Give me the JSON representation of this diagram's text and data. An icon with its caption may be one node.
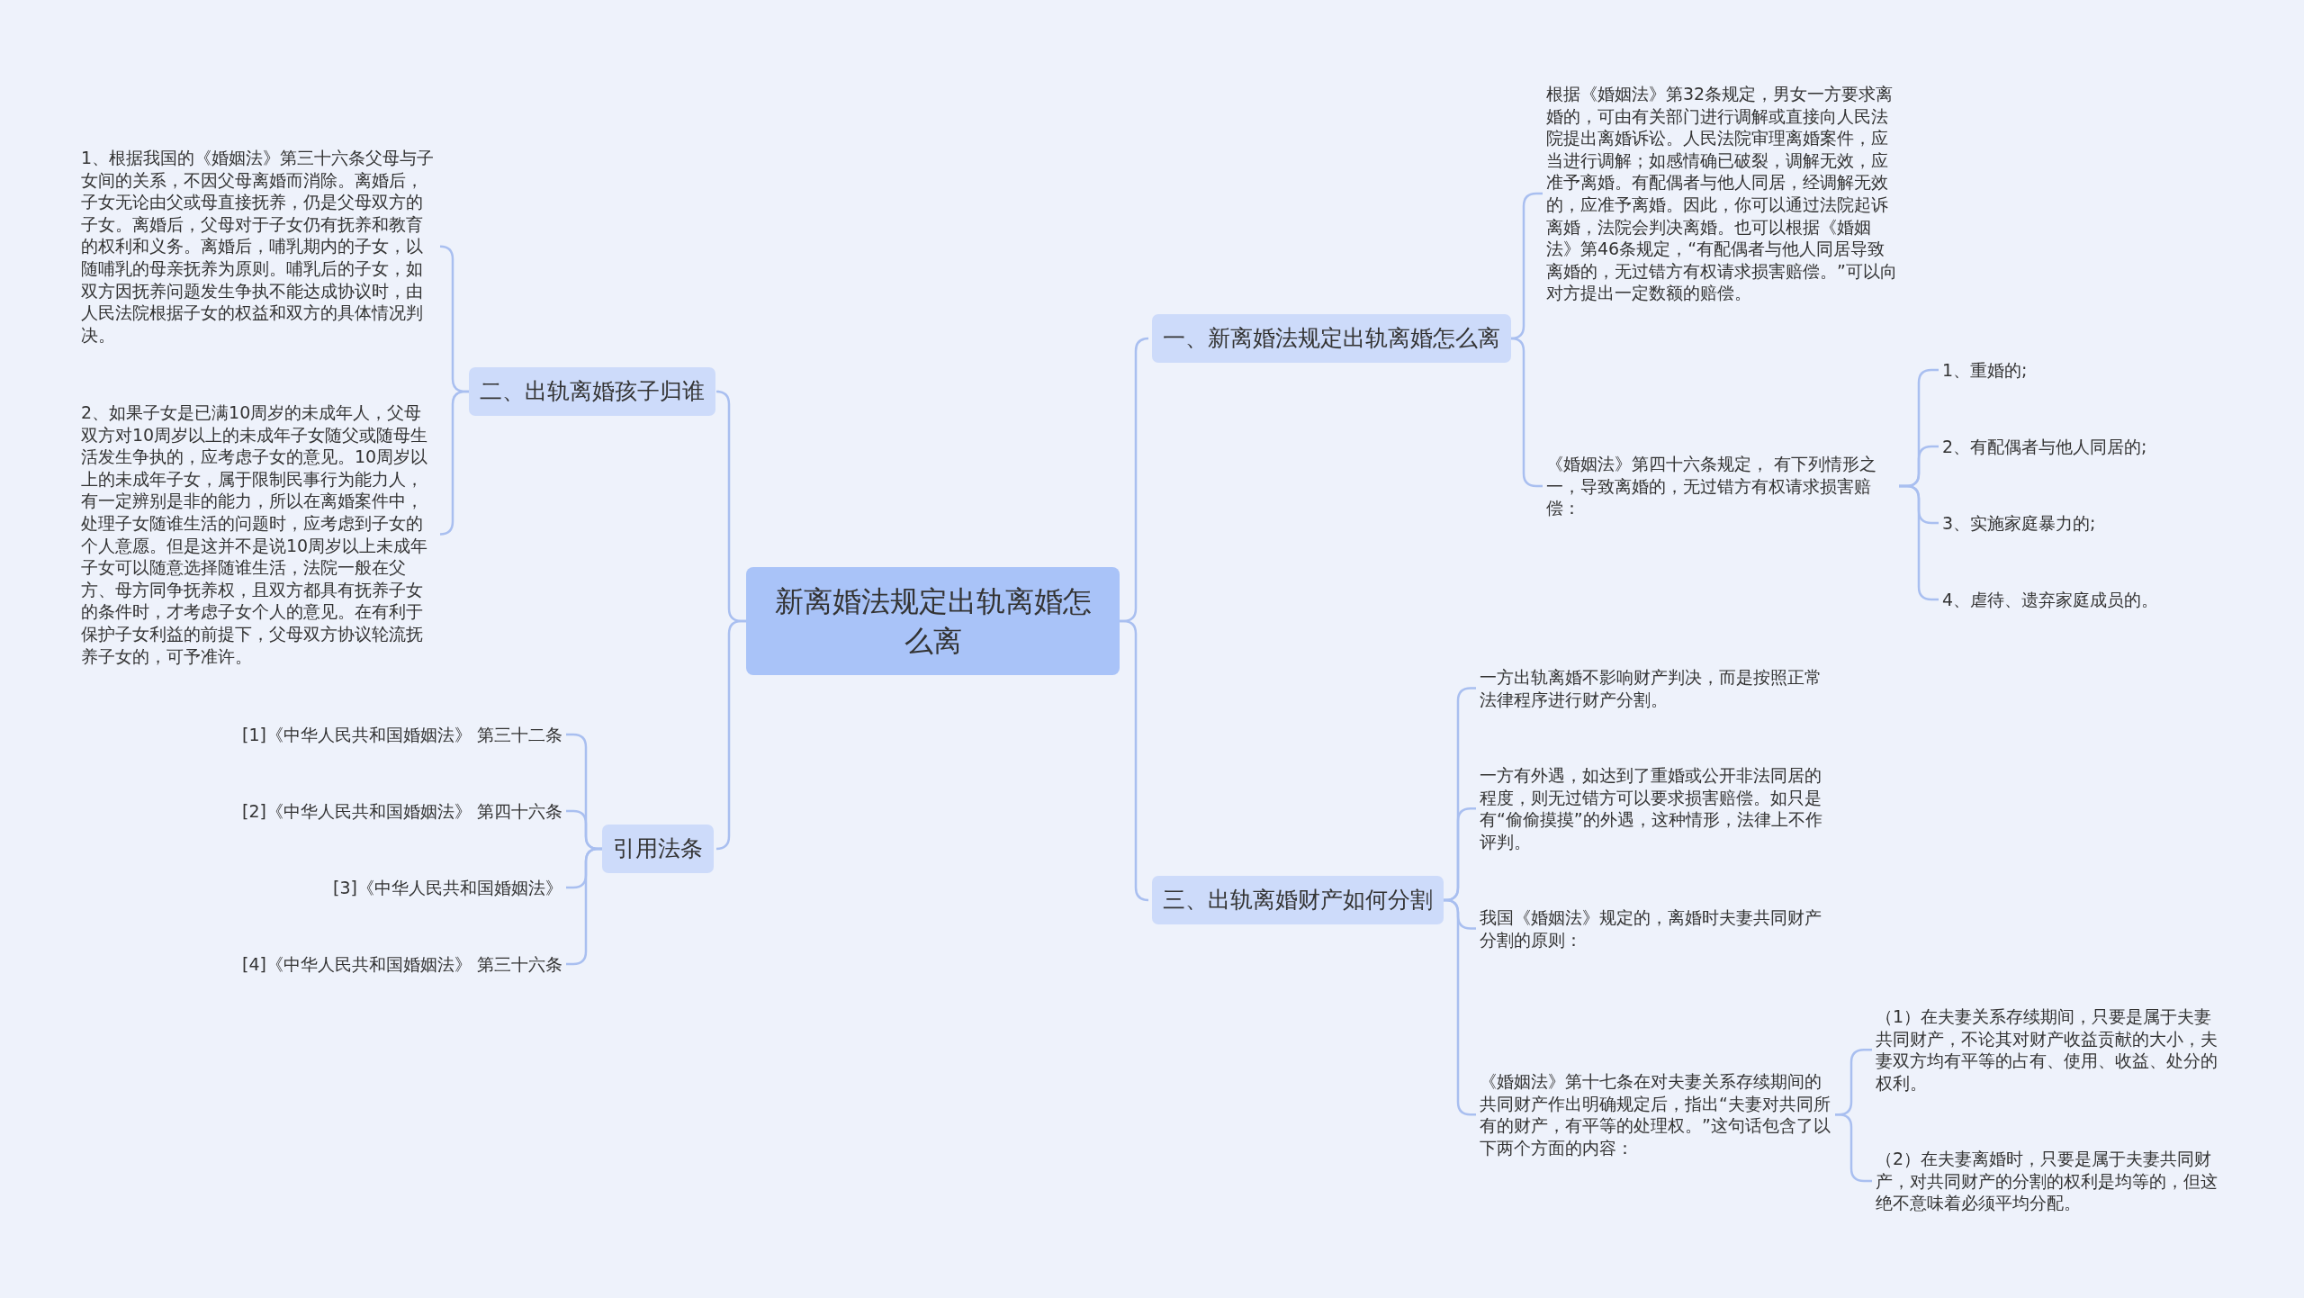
{
  "diagram": {
    "nodes": [
      {
        "text": [
          "新离婚法规定出轨离婚怎么离"
        ]
      },
      {
        "text": [
          "一、新离婚法规定出轨离婚怎么离"
        ]
      },
      {
        "text": [
          "根据《婚姻法》第32条规定，男女一方要求离婚的，可由有关部门进行调解或直接向人民法院提出离婚诉讼。人民法院审理离婚案件，应当进行调解；如感情确已破裂，调解无效，应准予离婚。有配偶者与他人同居，经调解无效的，应准予离婚。因此，你可以通过法院起诉离婚，法院会判决离婚。也可以根据《婚姻法》第46条规定，“有配偶者与他人同居导致离婚的，无过错方有权请求损害赔偿。”可以向对方提出一定数额的赔偿。"
        ]
      },
      {
        "text": [
          "《婚姻法》第四十六条规定， 有下列情形之一，导致离婚的，无过错方有权请求损害赔偿："
        ]
      },
      {
        "text": [
          "1、重婚的;"
        ]
      },
      {
        "text": [
          "2、有配偶者与他人同居的;"
        ]
      },
      {
        "text": [
          "3、实施家庭暴力的;"
        ]
      },
      {
        "text": [
          "4、虐待、遗弃家庭成员的。"
        ]
      },
      {
        "text": [
          "二、出轨离婚孩子归谁"
        ]
      },
      {
        "text": [
          "1、根据我国的《婚姻法》第三十六条父母与子女间的关系，不因父母离婚而消除。离婚后，子女无论由父或母直接抚养，仍是父母双方的子女。离婚后，父母对于子女仍有抚养和教育的权利和义务。离婚后，哺乳期内的子女，以随哺乳的母亲抚养为原则。哺乳后的子女，如双方因抚养问题发生争执不能达成协议时，由人民法院根据子女的权益和双方的具体情况判决。"
        ]
      },
      {
        "text": [
          "2、如果子女是已满10周岁的未成年人，父母双方对10周岁以上的未成年子女随父或随母生活发生争执的，应考虑子女的意见。10周岁以上的未成年子女，属于限制民事行为能力人，有一定辨别是非的能力，所以在离婚案件中，处理子女随谁生活的问题时，应考虑到子女的个人意愿。但是这并不是说10周岁以上未成年子女可以随意选择随谁生活，法院一般在父方、母方同争抚养权，且双方都具有抚养子女的条件时，才考虑子女个人的意见。在有利于保护子女利益的前提下，父母双方协议轮流抚养子女的，可予准许。"
        ]
      },
      {
        "text": [
          "引用法条"
        ]
      },
      {
        "text": [
          "[1]《中华人民共和国婚姻法》 第三十二条"
        ]
      },
      {
        "text": [
          "[2]《中华人民共和国婚姻法》 第四十六条"
        ]
      },
      {
        "text": [
          "[3]《中华人民共和国婚姻法》"
        ]
      },
      {
        "text": [
          "[4]《中华人民共和国婚姻法》 第三十六条"
        ]
      },
      {
        "text": [
          "三、出轨离婚财产如何分割"
        ]
      },
      {
        "text": [
          "一方出轨离婚不影响财产判决，而是按照正常法律程序进行财产分割。"
        ]
      },
      {
        "text": [
          "一方有外遇，如达到了重婚或公开非法同居的程度，则无过错方可以要求损害赔偿。如只是有“偷偷摸摸”的外遇，这种情形，法律上不作评判。"
        ]
      },
      {
        "text": [
          "我国《婚姻法》规定的，离婚时夫妻共同财产分割的原则："
        ]
      },
      {
        "text": [
          "《婚姻法》第十七条在对夫妻关系存续期间的共同财产作出明确规定后，指出“夫妻对共同所有的财产，有平等的处理权。”这句话包含了以下两个方面的内容："
        ]
      },
      {
        "text": [
          "（1）在夫妻关系存续期间，只要是属于夫妻共同财产，不论其对财产收益贡献的大小，夫妻双方均有平等的占有、使用、收益、处分的权利。"
        ]
      },
      {
        "text": [
          "（2）在夫妻离婚时，只要是属于夫妻共同财产，对共同财产的分割的权利是均等的，但这绝不意味着必须平均分配。"
        ]
      }
    ],
    "edges": [
      {
        "from": 0,
        "to": 1,
        "arrow": "none"
      },
      {
        "from": 1,
        "to": 2,
        "arrow": "none"
      },
      {
        "from": 1,
        "to": 3,
        "arrow": "none"
      },
      {
        "from": 3,
        "to": 4,
        "arrow": "none"
      },
      {
        "from": 3,
        "to": 5,
        "arrow": "none"
      },
      {
        "from": 3,
        "to": 6,
        "arrow": "none"
      },
      {
        "from": 3,
        "to": 7,
        "arrow": "none"
      },
      {
        "from": 0,
        "to": 8,
        "arrow": "none"
      },
      {
        "from": 8,
        "to": 9,
        "arrow": "none"
      },
      {
        "from": 8,
        "to": 10,
        "arrow": "none"
      },
      {
        "from": 0,
        "to": 11,
        "arrow": "none"
      },
      {
        "from": 11,
        "to": 12,
        "arrow": "none"
      },
      {
        "from": 11,
        "to": 13,
        "arrow": "none"
      },
      {
        "from": 11,
        "to": 14,
        "arrow": "none"
      },
      {
        "from": 11,
        "to": 15,
        "arrow": "none"
      },
      {
        "from": 0,
        "to": 16,
        "arrow": "none"
      },
      {
        "from": 16,
        "to": 17,
        "arrow": "none"
      },
      {
        "from": 16,
        "to": 18,
        "arrow": "none"
      },
      {
        "from": 16,
        "to": 19,
        "arrow": "none"
      },
      {
        "from": 16,
        "to": 20,
        "arrow": "none"
      },
      {
        "from": 20,
        "to": 21,
        "arrow": "none"
      },
      {
        "from": 20,
        "to": 22,
        "arrow": "none"
      }
    ]
  }
}
